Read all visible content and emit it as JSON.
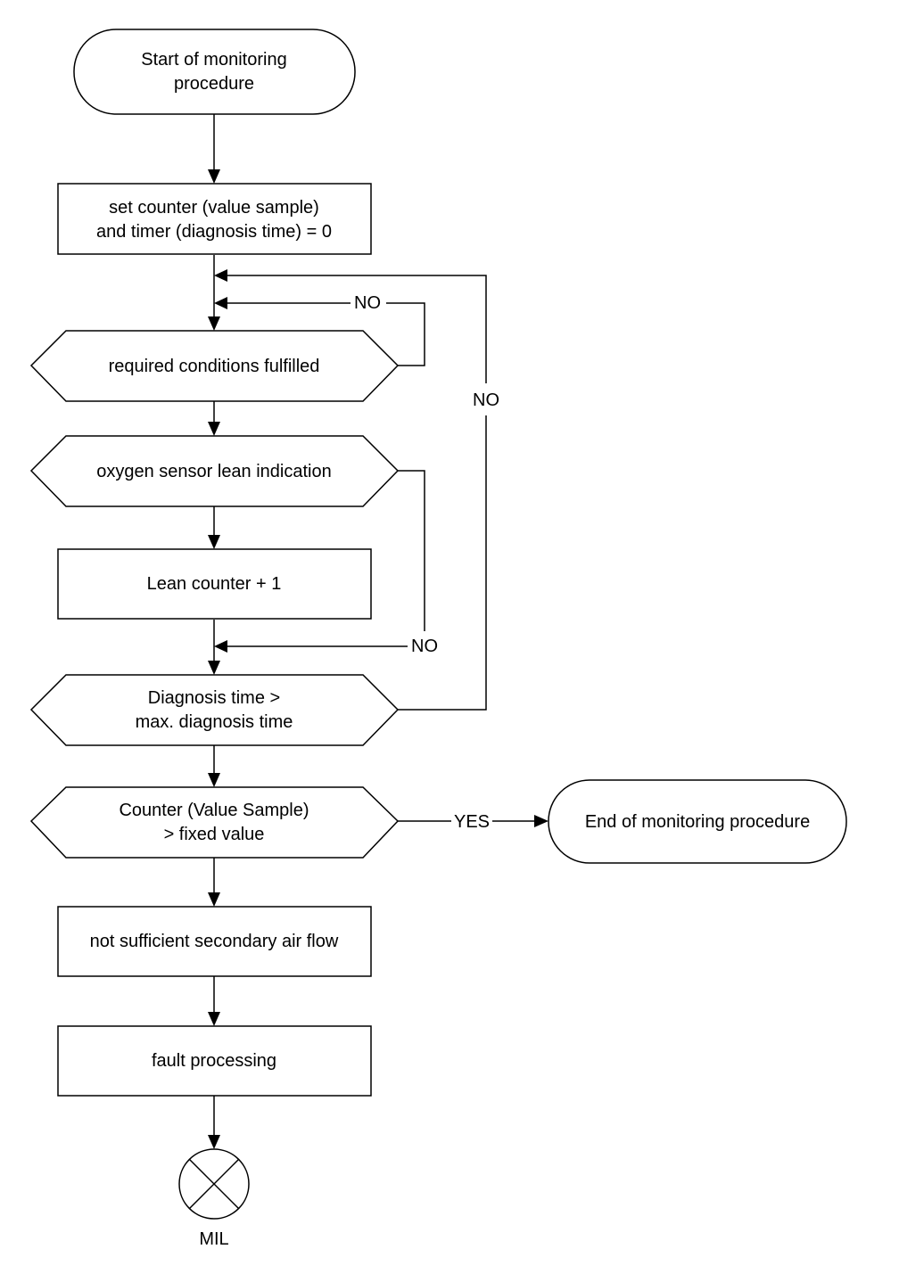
{
  "nodes": {
    "start": {
      "line1": "Start of monitoring",
      "line2": "procedure"
    },
    "reset": {
      "line1": "set counter (value sample)",
      "line2": "and timer (diagnosis time) = 0"
    },
    "conditions": {
      "label": "required conditions fulfilled"
    },
    "oxygen": {
      "label": "oxygen sensor lean indication"
    },
    "lean_counter": {
      "label": "Lean counter + 1"
    },
    "diag_time": {
      "line1": "Diagnosis time >",
      "line2": "max. diagnosis time"
    },
    "counter_check": {
      "line1": "Counter (Value Sample)",
      "line2": "> fixed value"
    },
    "end": {
      "label": "End of monitoring procedure"
    },
    "insufficient": {
      "label": "not sufficient secondary air flow"
    },
    "fault": {
      "label": "fault processing"
    },
    "mil": {
      "label": "MIL"
    }
  },
  "edges": {
    "conditions_no": "NO",
    "oxygen_no": "NO",
    "diag_time_no": "NO",
    "counter_yes": "YES"
  }
}
